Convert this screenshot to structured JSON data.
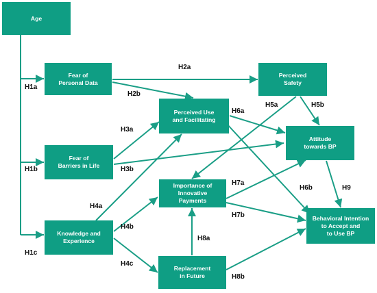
{
  "nodes": {
    "age": {
      "label": "Age"
    },
    "fear_personal_data": {
      "line1": "Fear of",
      "line2": "Personal Data"
    },
    "perceived_safety": {
      "line1": "Perceived",
      "line2": "Safety"
    },
    "perceived_use": {
      "line1": "Perceived Use",
      "line2": "and Facilitating"
    },
    "attitude": {
      "line1": "Attitude",
      "line2": "towards BP"
    },
    "fear_barriers": {
      "line1": "Fear of",
      "line2": "Barriers in Life"
    },
    "importance": {
      "line1": "Importance of",
      "line2": "Innovative",
      "line3": "Payments"
    },
    "knowledge": {
      "line1": "Knowledge and",
      "line2": "Experience"
    },
    "behavioral": {
      "line1": "Behavioral Intention",
      "line2": "to Accept and",
      "line3": "to Use BP"
    },
    "replacement": {
      "line1": "Replacement",
      "line2": "in Future"
    }
  },
  "hypotheses": {
    "h1a": "H1a",
    "h1b": "H1b",
    "h1c": "H1c",
    "h2a": "H2a",
    "h2b": "H2b",
    "h3a": "H3a",
    "h3b": "H3b",
    "h4a": "H4a",
    "h4b": "H4b",
    "h4c": "H4c",
    "h5a": "H5a",
    "h5b": "H5b",
    "h6a": "H6a",
    "h6b": "H6b",
    "h7a": "H7a",
    "h7b": "H7b",
    "h8a": "H8a",
    "h8b": "H8b",
    "h9": "H9"
  },
  "colors": {
    "node_fill": "#0f9e84",
    "arrow": "#1a9e86",
    "label": "#111111"
  }
}
